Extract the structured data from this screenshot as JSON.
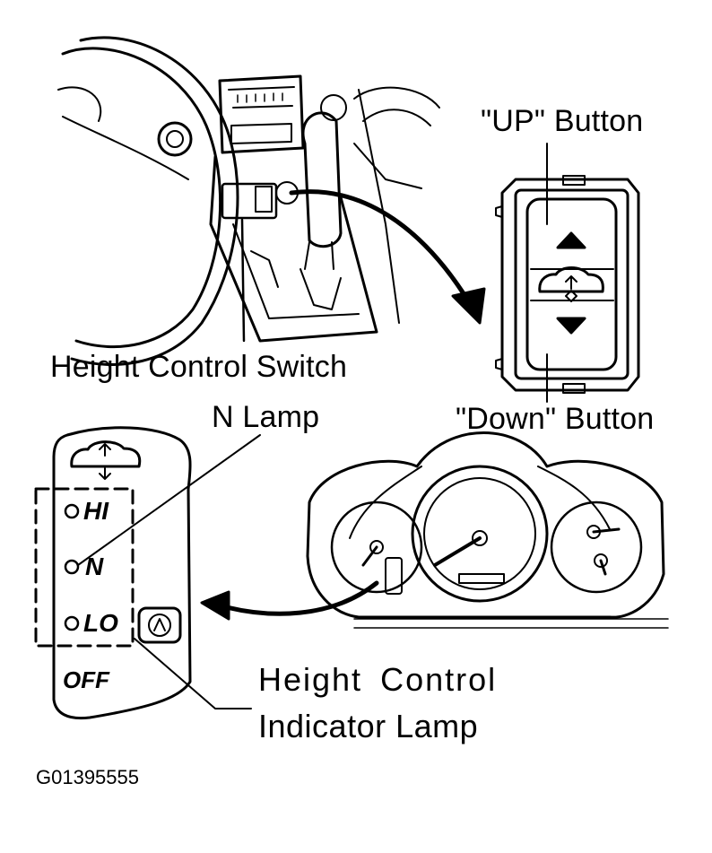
{
  "labels": {
    "up_button": "\"UP\" Button",
    "height_control_switch": "Height Control Switch",
    "n_lamp": "N Lamp",
    "down_button": "\"Down\" Button",
    "indicator_lamp_line1": "Height  Control",
    "indicator_lamp_line2": "Indicator Lamp",
    "figure_code": "G01395555"
  },
  "indicator_panel": {
    "hi": "HI",
    "n": "N",
    "lo": "LO",
    "off": "OFF"
  },
  "icons": {
    "vehicle_height": "vehicle-height-icon",
    "up_arrow": "up-arrow-icon",
    "down_arrow": "down-arrow-icon",
    "height_control_warning": "height-control-warning-icon"
  }
}
